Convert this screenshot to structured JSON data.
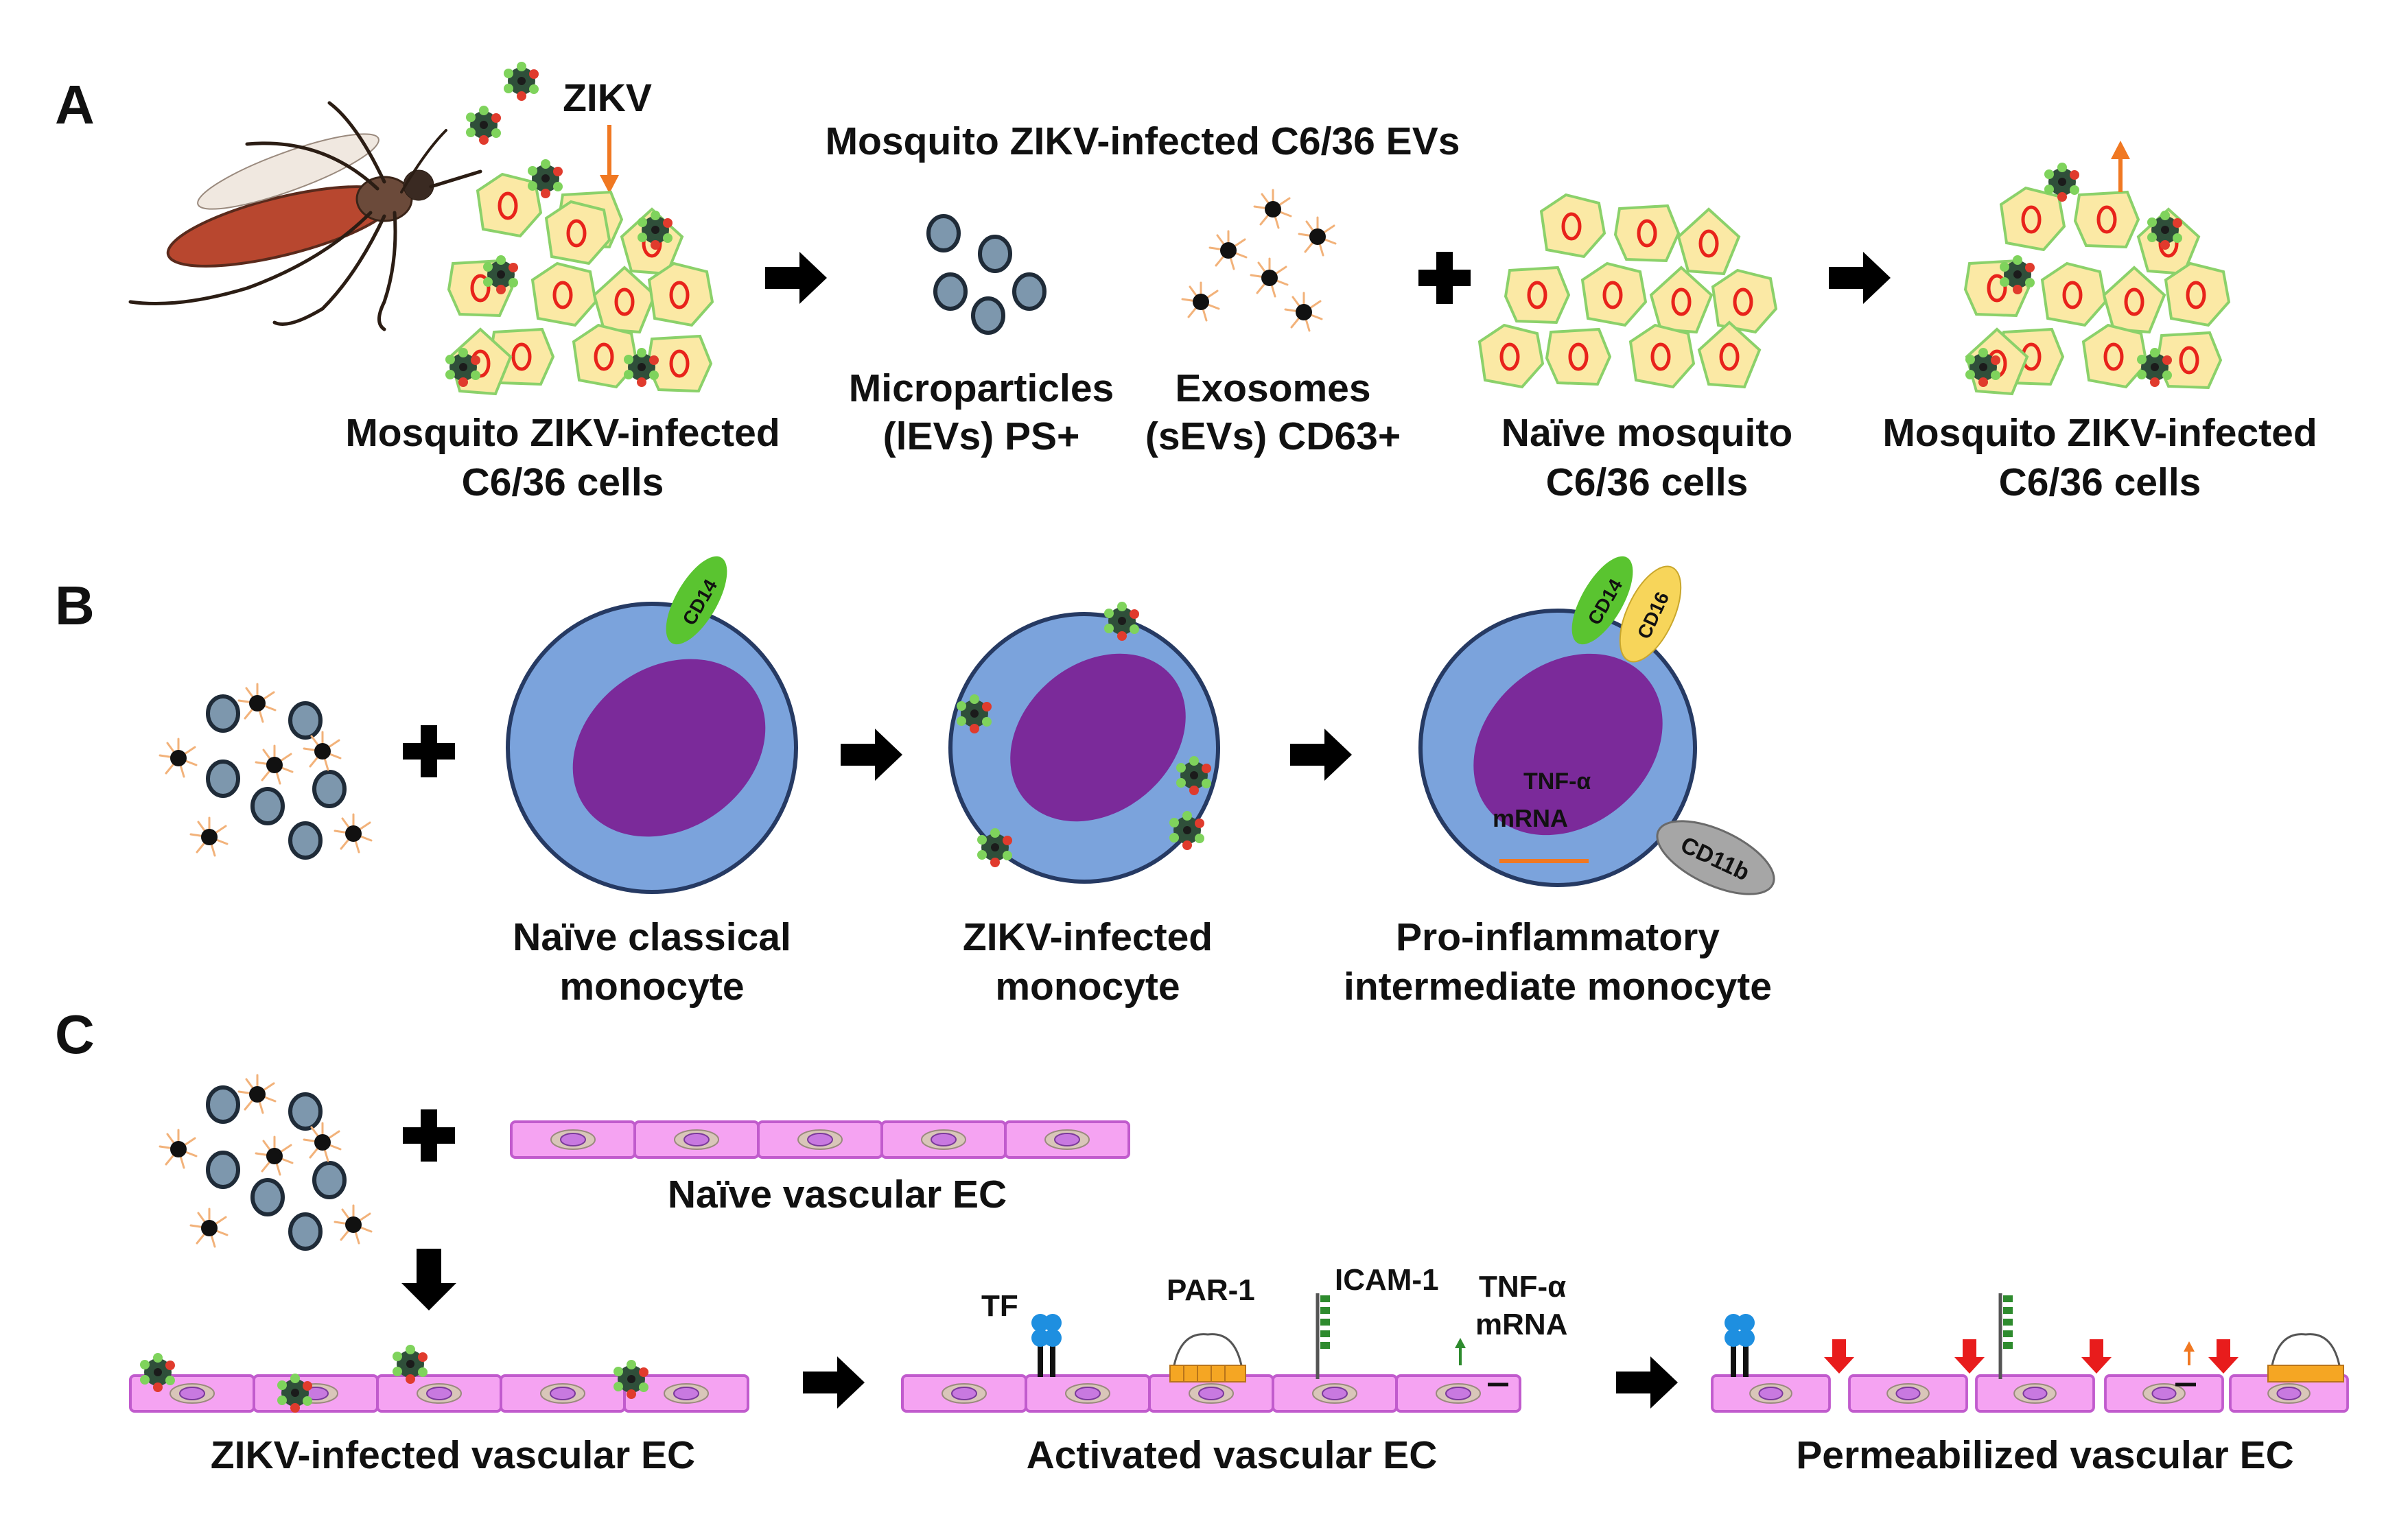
{
  "panels": {
    "a": "A",
    "b": "B",
    "c": "C"
  },
  "panel_a": {
    "virus_label": "ZIKV",
    "evs_title": "Mosquito ZIKV-infected C6/36 EVs",
    "infected_cells_line1": "Mosquito ZIKV-infected",
    "infected_cells_line2": "C6/36 cells",
    "microparticles_line1": "Microparticles",
    "microparticles_line2": "(lEVs) PS+",
    "exosomes_line1": "Exosomes",
    "exosomes_line2": "(sEVs) CD63+",
    "naive_line1": "Naïve mosquito",
    "naive_line2": "C6/36 cells",
    "result_line1": "Mosquito ZIKV-infected",
    "result_line2": "C6/36 cells"
  },
  "panel_b": {
    "marker_cd14": "CD14",
    "marker_cd16": "CD16",
    "marker_cd11b": "CD11b",
    "tnf_label_line1": "TNF-α",
    "tnf_label_line2": "mRNA",
    "naive_line1": "Naïve classical",
    "naive_line2": "monocyte",
    "infected_line1": "ZIKV-infected",
    "infected_line2": "monocyte",
    "pro_line1": "Pro-inflammatory",
    "pro_line2": "intermediate monocyte"
  },
  "panel_c": {
    "naive_ec": "Naïve vascular EC",
    "infected_ec": "ZIKV-infected vascular EC",
    "activated_ec": "Activated vascular EC",
    "permeabilized_ec": "Permeabilized vascular EC",
    "tf": "TF",
    "par1": "PAR-1",
    "icam1": "ICAM-1",
    "tnf_line1": "TNF-α",
    "tnf_line2": "mRNA"
  },
  "colors": {
    "cell_fill": "#fbe9a5",
    "cell_border": "#8bd16a",
    "nucleus_ring": "#e8231b",
    "monocyte_outer": "#7ba3dc",
    "monocyte_nucleus": "#7b2a9a",
    "ec_fill": "#f5a3f2",
    "ec_border": "#c15bcd",
    "arrow": "#000000",
    "cd14": "#5ac430",
    "cd16": "#f7d55a",
    "cd11b": "#a6a6a6",
    "orange_arrow": "#f07822",
    "red_arrow": "#e81c1c"
  }
}
